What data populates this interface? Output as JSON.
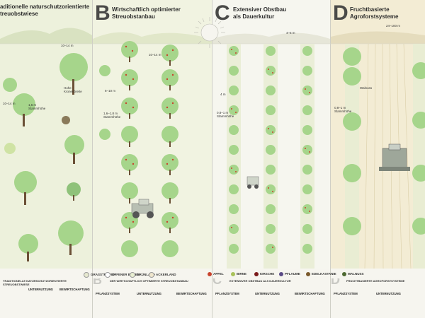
{
  "panels": [
    {
      "letter": "",
      "title_lines": [
        "aditionelle naturschutzorientierte",
        "treuobstwiese"
      ],
      "bottom_heading": "TRADITIONELLE NATURSCHUTZORIENTIERTE STREUOBSTWIESE",
      "bottom_letter": "",
      "cols": [
        {
          "head": "UNTERNUTZUNG",
          "text": ""
        },
        {
          "head": "BEWIRTSCHAFTUNG",
          "text": ""
        }
      ]
    },
    {
      "letter": "B",
      "title_lines": [
        "Wirtschaftlich optimierter",
        "Streuobstanbau"
      ],
      "bottom_heading": "DER WIRTSCHAFTLICH OPTIMIERTE STREUOBSTANBAU",
      "bottom_letter": "B",
      "cols": [
        {
          "head": "PFLANZSYSTEM",
          "text": ""
        },
        {
          "head": "UNTERNUTZUNG",
          "text": ""
        },
        {
          "head": "BEWIRTSCHAFTUNG",
          "text": ""
        }
      ]
    },
    {
      "letter": "C",
      "title_lines": [
        "Extensiver Obstbau",
        "als Dauerkultur"
      ],
      "bottom_heading": "EXTENSIVER OBSTBAU ALS DAUERKULTUR",
      "bottom_letter": "C",
      "cols": [
        {
          "head": "PFLANZSYSTEM",
          "text": ""
        },
        {
          "head": "UNTERNUTZUNG",
          "text": ""
        },
        {
          "head": "BEWIRTSCHAFTUNG",
          "text": ""
        }
      ]
    },
    {
      "letter": "D",
      "title_lines": [
        "Fruchtbasierte",
        "Agroforstsysteme"
      ],
      "bottom_heading": "FRUCHTBASIERTE AGROFORSTSYSTEME",
      "bottom_letter": "D",
      "cols": [
        {
          "head": "PFLANZSYSTEM",
          "text": ""
        },
        {
          "head": "UNTERNUTZUNG",
          "text": ""
        }
      ]
    }
  ],
  "dimensions": {
    "a_row": "10–14 m",
    "a_row2": "10–14 m",
    "a_trunk": "1,6 m\nStammhöhe",
    "a_crown": "Hohe\nKronenbreite",
    "b_spacing": "10–14 m",
    "b_row": "6–10 m",
    "b_trunk": "1,6–1,8 m\nStammhöhe",
    "c_width": "4–6 m",
    "c_row": "4 m",
    "c_trunk": "0,8–1 m\nStammhöhe",
    "d_width": "24–100 m",
    "d_trunk": "0,8–1 m\nStammhöhe",
    "d_walnuss": "Walnuss"
  },
  "legend": [
    {
      "label": "GRASSTREIFEN",
      "color": "#e6e8cf"
    },
    {
      "label": "OFFENER BODEN",
      "color": "#ffffff"
    },
    {
      "label": "GRÜNLAND",
      "color": "#e9efd2"
    },
    {
      "label": "ACKERLAND",
      "color": "#efe6cd"
    },
    {
      "label": "APFEL",
      "color": "#c8442e"
    },
    {
      "label": "BIRNE",
      "color": "#a9c25a"
    },
    {
      "label": "KIRSCHE",
      "color": "#7a1a1a"
    },
    {
      "label": "PFLAUME",
      "color": "#5a4a86"
    },
    {
      "label": "EDELKASTANIE",
      "color": "#7a5a2c"
    },
    {
      "label": "WALNUSS",
      "color": "#4e6a32"
    }
  ],
  "colors": {
    "apple": "#c8442e",
    "pear": "#a9c25a",
    "tree": "#a6d58b",
    "tree_dark": "#6fa55a",
    "grass": "#e8edd3",
    "field": "#efe8cf",
    "trunk": "#6b5036"
  }
}
